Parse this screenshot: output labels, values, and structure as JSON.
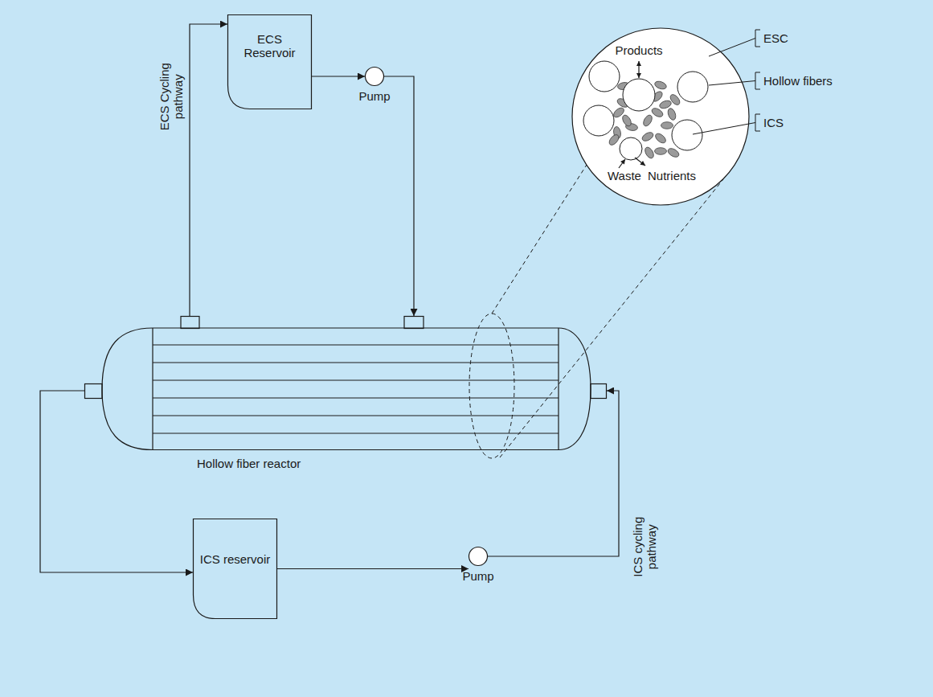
{
  "diagram": {
    "nodes": [
      {
        "text": [
          "ECS Reservoir"
        ]
      },
      {
        "text": [
          "Pump"
        ]
      },
      {
        "text": [
          "Products",
          "Waste",
          "Nutrients"
        ]
      },
      {
        "text": [
          "Hollow fiber reactor"
        ]
      },
      {
        "text": [
          "ICS reservoir"
        ]
      },
      {
        "text": [
          "Pump"
        ]
      }
    ],
    "edges": [
      {
        "from": 0,
        "to": 1,
        "arrow": "to"
      },
      {
        "from": 1,
        "to": 3,
        "arrow": "to"
      },
      {
        "from": 3,
        "to": 0,
        "arrow": "to",
        "label": "ECS Cycling pathway"
      },
      {
        "from": 3,
        "to": 4,
        "arrow": "to"
      },
      {
        "from": 4,
        "to": 5,
        "arrow": "to"
      },
      {
        "from": 5,
        "to": 3,
        "arrow": "to",
        "label": "ICS cycling pathway"
      }
    ],
    "labels": [
      "ESC",
      "Hollow fibers",
      "ICS"
    ]
  }
}
